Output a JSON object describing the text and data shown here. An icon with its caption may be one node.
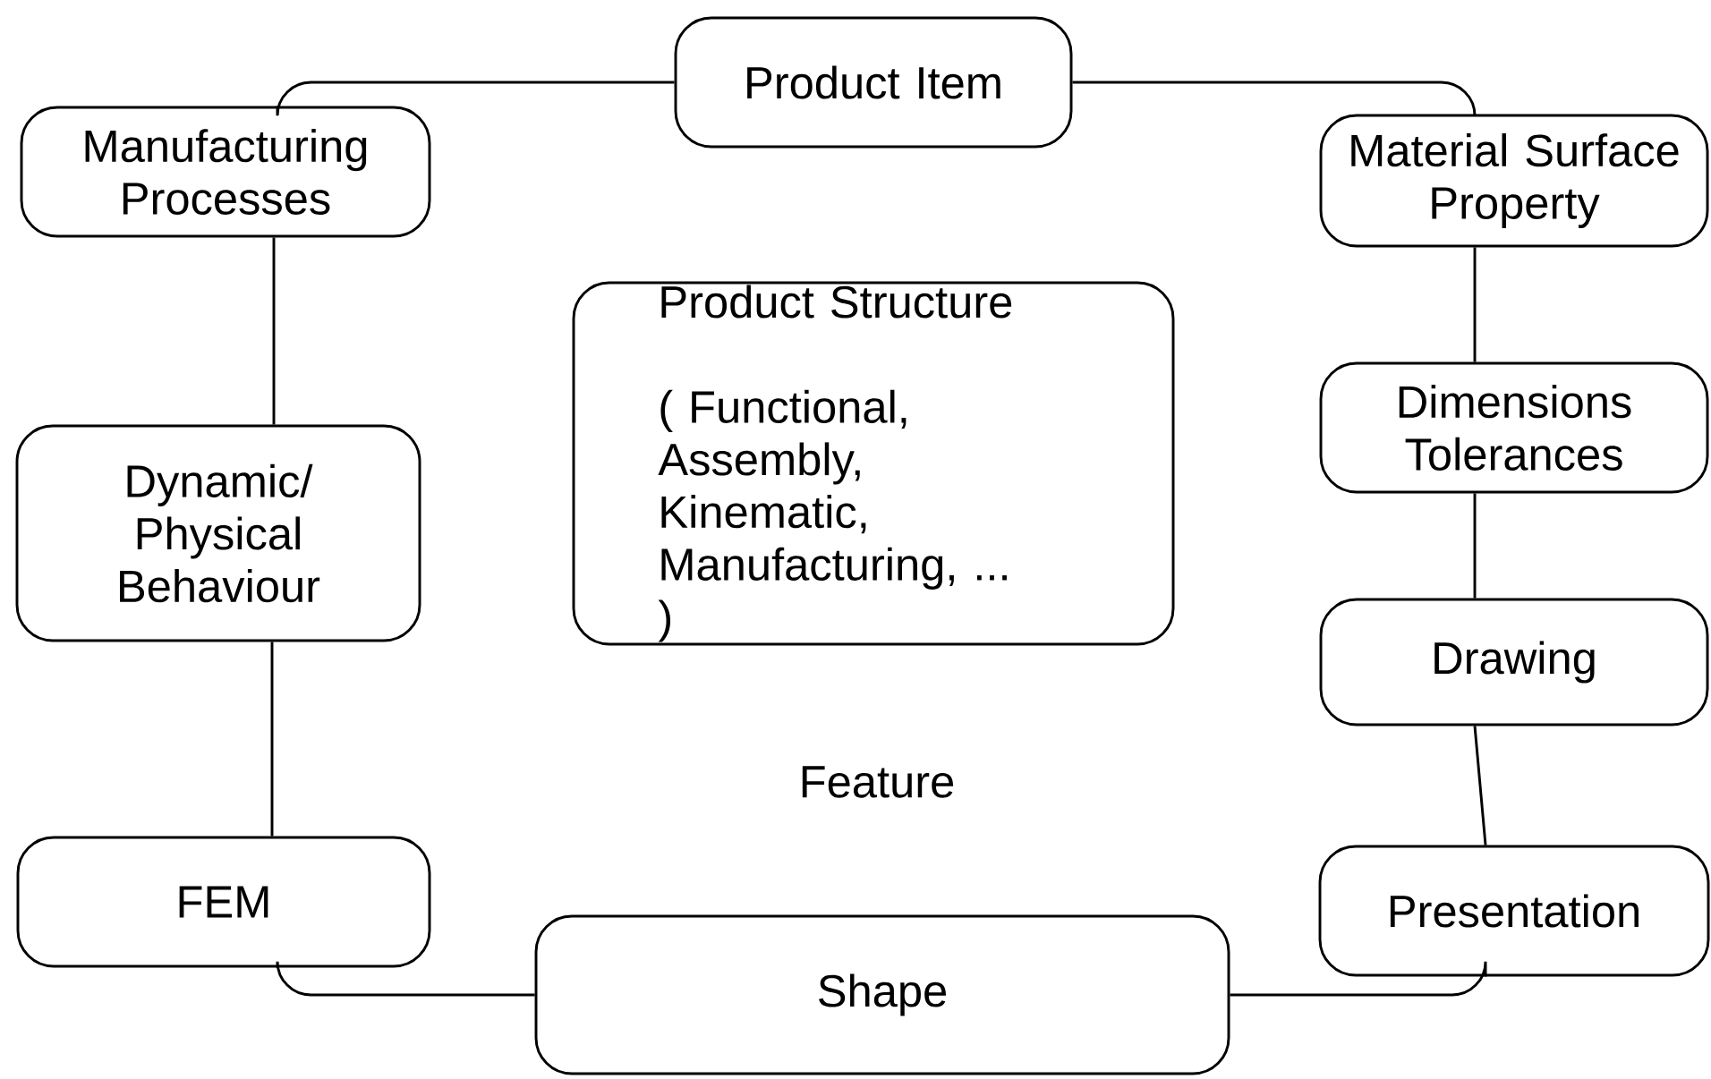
{
  "diagram": {
    "nodes": [
      {
        "text": [
          "Product Item"
        ]
      },
      {
        "text": [
          "Manufacturing Processes"
        ]
      },
      {
        "text": [
          "Material Surface Property"
        ]
      },
      {
        "text": [
          "Product Structure",
          "( Functional, Assembly, Kinematic, Manufacturing, ... )"
        ]
      },
      {
        "text": [
          "Dynamic/ Physical Behaviour"
        ]
      },
      {
        "text": [
          "Dimensions Tolerances"
        ]
      },
      {
        "text": [
          "Drawing"
        ]
      },
      {
        "text": [
          "FEM"
        ]
      },
      {
        "text": [
          "Presentation"
        ]
      },
      {
        "text": [
          "Shape"
        ]
      }
    ],
    "edges": [
      {
        "from": 0,
        "to": 1,
        "arrow": "none"
      },
      {
        "from": 0,
        "to": 2,
        "arrow": "none"
      },
      {
        "from": 2,
        "to": 5,
        "arrow": "none"
      },
      {
        "from": 5,
        "to": 6,
        "arrow": "none"
      },
      {
        "from": 6,
        "to": 8,
        "arrow": "none"
      },
      {
        "from": 1,
        "to": 4,
        "arrow": "none"
      },
      {
        "from": 4,
        "to": 7,
        "arrow": "none"
      },
      {
        "from": 7,
        "to": 9,
        "arrow": "none"
      },
      {
        "from": 9,
        "to": 8,
        "arrow": "none"
      }
    ],
    "labels": [
      "Feature"
    ]
  }
}
